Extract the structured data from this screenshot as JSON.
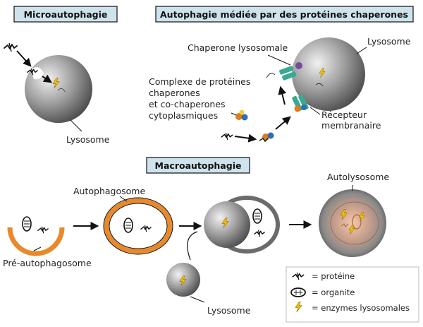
{
  "headers": {
    "micro": "Microautophagie",
    "cma": "Autophagie médiée par des protéines chaperones",
    "macro": "Macroautophagie"
  },
  "labels": {
    "lysosome_micro": "Lysosome",
    "chaperone_lysosomal": "Chaperone lysosomale",
    "lysosome_cma": "Lysosome",
    "complex_line1": "Complexe de protéines",
    "complex_line2": "chaperones",
    "complex_line3": "et co-chaperones",
    "complex_line4": "cytoplasmiques",
    "receptor_line1": "Récepteur",
    "receptor_line2": "membranaire",
    "autophagosome": "Autophagosome",
    "autolysosome": "Autolysosome",
    "pre_autophagosome": "Pré-autophagosome",
    "lysosome_macro": "Lysosome"
  },
  "legend": {
    "protein": "= protéine",
    "organelle": "= organite",
    "enzymes": "= enzymes lysosomales"
  },
  "colors": {
    "header_bg": "#cfe3ec",
    "orange": "#e8892b",
    "lysosome_dark": "#6b6b6b",
    "enzyme_yellow": "#f2c000",
    "receptor_teal": "#3aa893",
    "chaperone_purple": "#7a4aa0",
    "protein_orange": "#e07b1f",
    "protein_blue": "#2f6fb0"
  }
}
